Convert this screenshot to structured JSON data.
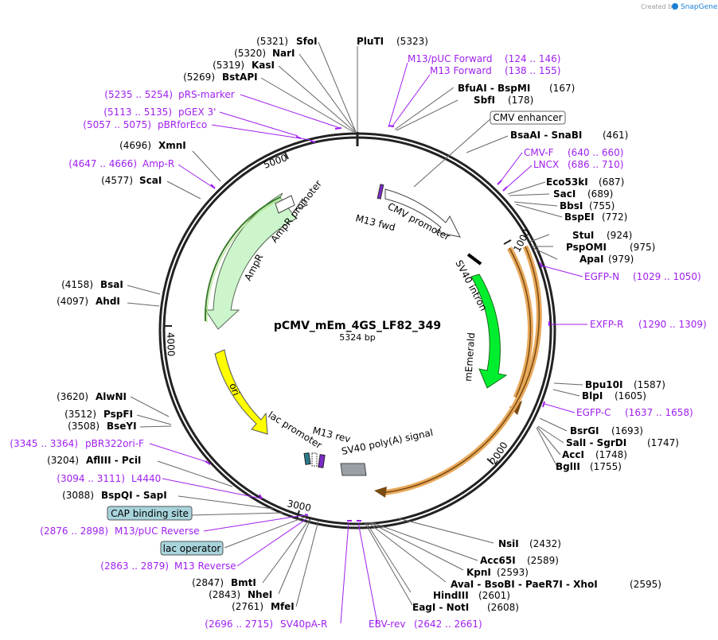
{
  "plasmid": {
    "name": "pCMV_mEm_4GS_LF82_349",
    "length": "5324 bp"
  },
  "watermark": {
    "prefix": "Created by",
    "brand": "SnapGene",
    "color": "#1a7fd4"
  },
  "ticks": [
    "1000",
    "2000",
    "3000",
    "4000",
    "5000"
  ],
  "sites": [
    {
      "pos": "(5321)",
      "name": "SfoI"
    },
    {
      "pos": "(5320)",
      "name": "NarI"
    },
    {
      "pos": "(5319)",
      "name": "KasI"
    },
    {
      "pos": "(5269)",
      "name": "BstAPI"
    },
    {
      "pos": "(4696)",
      "name": "XmnI"
    },
    {
      "pos": "(4577)",
      "name": "ScaI"
    },
    {
      "pos": "(4158)",
      "name": "BsaI"
    },
    {
      "pos": "(4097)",
      "name": "AhdI"
    },
    {
      "pos": "(3620)",
      "name": "AlwNI"
    },
    {
      "pos": "(3512)",
      "name": "PspFI"
    },
    {
      "pos": "(3508)",
      "name": "BseYI"
    },
    {
      "pos": "(3204)",
      "name": "AflIII  -  PciI"
    },
    {
      "pos": "(3088)",
      "name": "BspQI  -  SapI"
    },
    {
      "pos": "(2847)",
      "name": "BmtI"
    },
    {
      "pos": "(2843)",
      "name": "NheI"
    },
    {
      "pos": "(2761)",
      "name": "MfeI"
    },
    {
      "name": "PluTI",
      "pos": "(5323)"
    },
    {
      "name": "BfuAI  -  BspMI",
      "pos": "(167)"
    },
    {
      "name": "SbfI",
      "pos": "(178)"
    },
    {
      "name": "BsaAI  -  SnaBI",
      "pos": "(461)"
    },
    {
      "name": "Eco53kI",
      "pos": "(687)"
    },
    {
      "name": "SacI",
      "pos": "(689)"
    },
    {
      "name": "BbsI",
      "pos": "(755)"
    },
    {
      "name": "BspEI",
      "pos": "(772)"
    },
    {
      "name": "StuI",
      "pos": "(924)"
    },
    {
      "name": "PspOMI",
      "pos": "(975)"
    },
    {
      "name": "ApaI",
      "pos": "(979)"
    },
    {
      "name": "Bpu10I",
      "pos": "(1587)"
    },
    {
      "name": "BlpI",
      "pos": "(1605)"
    },
    {
      "name": "BsrGI",
      "pos": "(1693)"
    },
    {
      "name": "SalI  -  SgrDI",
      "pos": "(1747)"
    },
    {
      "name": "AccI",
      "pos": "(1748)"
    },
    {
      "name": "BglII",
      "pos": "(1755)"
    },
    {
      "name": "NsiI",
      "pos": "(2432)"
    },
    {
      "name": "Acc65I",
      "pos": "(2589)"
    },
    {
      "name": "KpnI",
      "pos": "(2593)"
    },
    {
      "name": "AvaI  -  BsoBI  -  PaeR7I  -  XhoI",
      "pos": "(2595)"
    },
    {
      "name": "HindIII",
      "pos": "(2601)"
    },
    {
      "name": "EagI  -  NotI",
      "pos": "(2608)"
    }
  ],
  "primers": [
    {
      "range": "(5235 .. 5254)",
      "name": "pRS-marker"
    },
    {
      "range": "(5113 .. 5135)",
      "name": "pGEX 3'"
    },
    {
      "range": "(5057 .. 5075)",
      "name": "pBRforEco"
    },
    {
      "range": "(4647 .. 4666)",
      "name": "Amp-R"
    },
    {
      "range": "(3345 .. 3364)",
      "name": "pBR322ori-F"
    },
    {
      "range": "(3094 .. 3111)",
      "name": "L4440"
    },
    {
      "range": "(2876 .. 2898)",
      "name": "M13/pUC Reverse"
    },
    {
      "range": "(2863 .. 2879)",
      "name": "M13 Reverse"
    },
    {
      "name": "M13/pUC Forward",
      "range": "(124 .. 146)"
    },
    {
      "name": "M13 Forward",
      "range": "(138 .. 155)"
    },
    {
      "name": "CMV-F",
      "range": "(640 .. 660)"
    },
    {
      "name": "LNCX",
      "range": "(686 .. 710)"
    },
    {
      "name": "EGFP-N",
      "range": "(1029 .. 1050)"
    },
    {
      "name": "EXFP-R",
      "range": "(1290 .. 1309)"
    },
    {
      "name": "EGFP-C",
      "range": "(1637 .. 1658)"
    },
    {
      "range": "(2696 .. 2715)",
      "name": "SV40pA-R"
    },
    {
      "name": "EBV-rev",
      "range": "(2642 .. 2661)"
    }
  ],
  "boxed_features": {
    "cmv_enhancer": "CMV enhancer",
    "cap_binding_site": "CAP binding site",
    "lac_operator": "lac operator"
  },
  "features": {
    "m13_fwd": "M13 fwd",
    "cmv_promoter": "CMV promoter",
    "sv40_intron": "SV40 intron",
    "memerald": "mEmerald",
    "sv40_polya": "SV40 poly(A) signal",
    "m13_rev": "M13 rev",
    "lac_promoter": "lac promoter",
    "ori": "ori",
    "ampr": "AmpR",
    "ampr_promoter": "AmpR promoter"
  },
  "colors": {
    "backbone": "#222222",
    "ampr": "#ccf5cc",
    "ampr_primer": "#3a7d2a",
    "ori": "#ffff00",
    "memerald": "#00ee2e",
    "orf": "#e8a95c",
    "primer": "#a020f0",
    "lac_promoter": "#2a7a8a",
    "cap_box": "#a8d4dc",
    "sv40_polya": "#9aa0a6"
  }
}
